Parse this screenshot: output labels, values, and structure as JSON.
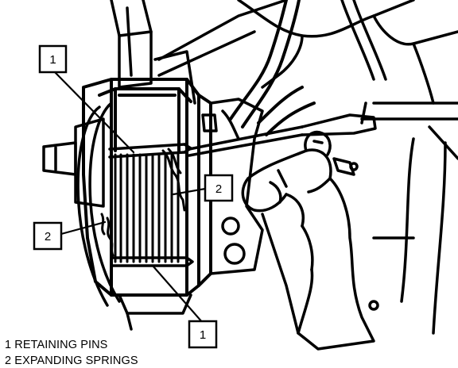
{
  "callouts": [
    {
      "number": "1",
      "target": "upper retaining pin"
    },
    {
      "number": "2",
      "target": "upper expanding spring"
    },
    {
      "number": "2",
      "target": "lower expanding spring"
    },
    {
      "number": "1",
      "target": "lower retaining pin"
    }
  ],
  "legend": [
    {
      "number": "1",
      "text": "1 RETAINING PINS"
    },
    {
      "number": "2",
      "text": "2 EXPANDING SPRINGS"
    }
  ]
}
